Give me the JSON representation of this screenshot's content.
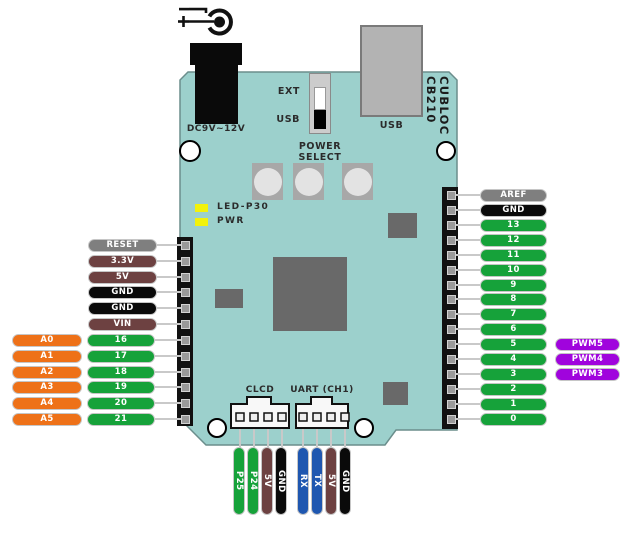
{
  "board_name": {
    "line1": "CUBLOC",
    "line2": "CB210"
  },
  "top": {
    "dc_jack_label": "DC9V~12V",
    "power_select_line1": "POWER",
    "power_select_line2": "SELECT",
    "switch_top_label": "EXT",
    "switch_bottom_label": "USB",
    "usb_label": "USB"
  },
  "leds": {
    "led1": "LED-P30",
    "led2": "PWR"
  },
  "left_header": {
    "power_pins": [
      {
        "label": "RESET",
        "color": "gray"
      },
      {
        "label": "3.3V",
        "color": "maroon"
      },
      {
        "label": "5V",
        "color": "maroon"
      },
      {
        "label": "GND",
        "color": "black"
      },
      {
        "label": "GND",
        "color": "black"
      },
      {
        "label": "VIN",
        "color": "maroon"
      }
    ],
    "analog_pins": [
      {
        "analog": "A0",
        "digital": "16"
      },
      {
        "analog": "A1",
        "digital": "17"
      },
      {
        "analog": "A2",
        "digital": "18"
      },
      {
        "analog": "A3",
        "digital": "19"
      },
      {
        "analog": "A4",
        "digital": "20"
      },
      {
        "analog": "A5",
        "digital": "21"
      }
    ]
  },
  "right_header": {
    "pins": [
      {
        "label": "AREF",
        "color": "gray"
      },
      {
        "label": "GND",
        "color": "black"
      },
      {
        "label": "13",
        "color": "green"
      },
      {
        "label": "12",
        "color": "green"
      },
      {
        "label": "11",
        "color": "green"
      },
      {
        "label": "10",
        "color": "green"
      },
      {
        "label": "9",
        "color": "green"
      },
      {
        "label": "8",
        "color": "green"
      },
      {
        "label": "7",
        "color": "green"
      },
      {
        "label": "6",
        "color": "green"
      },
      {
        "label": "5",
        "color": "green",
        "pwm": "PWM5"
      },
      {
        "label": "4",
        "color": "green",
        "pwm": "PWM4"
      },
      {
        "label": "3",
        "color": "green",
        "pwm": "PWM3"
      },
      {
        "label": "2",
        "color": "green"
      },
      {
        "label": "1",
        "color": "green"
      },
      {
        "label": "0",
        "color": "green"
      }
    ]
  },
  "bottom": {
    "clcd_label": "CLCD",
    "uart_label": "UART (CH1)",
    "clcd_pins": [
      {
        "label": "P25",
        "color": "green"
      },
      {
        "label": "P24",
        "color": "green"
      },
      {
        "label": "5V",
        "color": "maroon"
      },
      {
        "label": "GND",
        "color": "black"
      }
    ],
    "uart_pins": [
      {
        "label": "RX",
        "color": "blue"
      },
      {
        "label": "TX",
        "color": "blue"
      },
      {
        "label": "5V",
        "color": "maroon"
      },
      {
        "label": "GND",
        "color": "black"
      }
    ]
  },
  "palette": {
    "board_teal": "#9cd0cc",
    "pin_green": "#16a23a",
    "analog_orange": "#ee7118",
    "power_maroon": "#6d4141",
    "ground_black": "#0a0a0a",
    "ref_gray": "#7f7f7f",
    "uart_blue": "#1f57b0",
    "pwm_purple": "#a004dd",
    "led_yellow": "#f2f20a"
  }
}
